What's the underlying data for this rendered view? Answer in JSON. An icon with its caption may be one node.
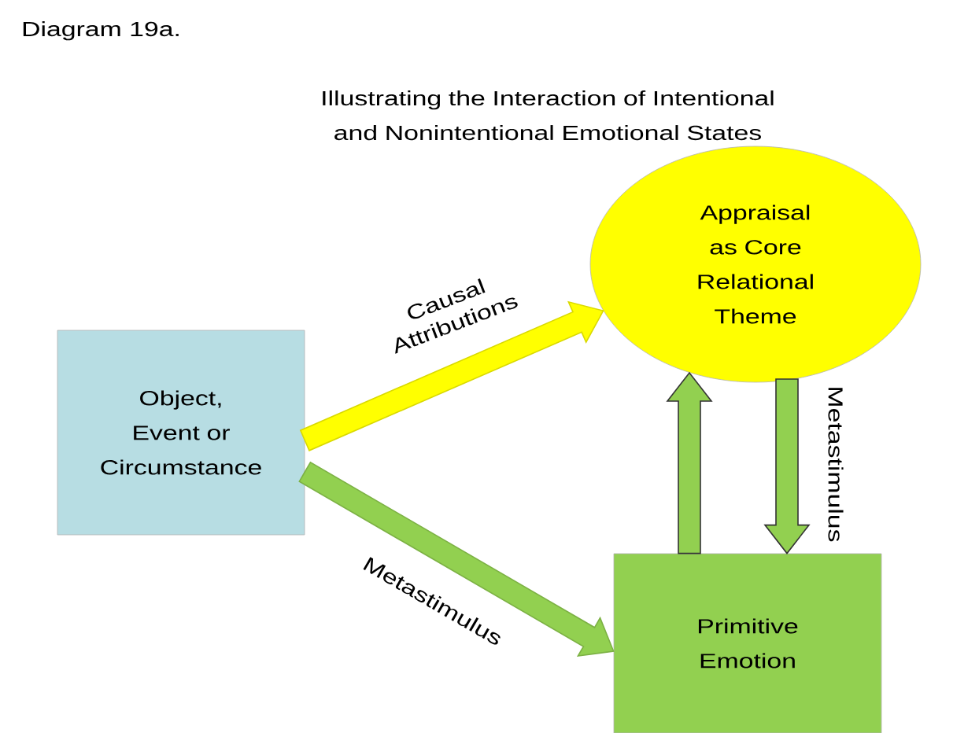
{
  "diagram": {
    "title": "Illustrating the Interaction of Intentional and Nonintentional Emotional States",
    "nodes": [
      {
        "text": [
          "Object, Event or Circumstance"
        ]
      },
      {
        "text": [
          "Appraisal as Core Relational Theme"
        ]
      },
      {
        "text": [
          "Primitive Emotion"
        ]
      }
    ],
    "edges": [
      {
        "from": 0,
        "to": 1,
        "arrow": "to",
        "label": "Causal Attributions",
        "color": "#ffff00"
      },
      {
        "from": 0,
        "to": 2,
        "arrow": "to",
        "label": "Metastimulus"
      },
      {
        "from": 2,
        "to": 1,
        "arrow": "to"
      },
      {
        "from": 1,
        "to": 2,
        "arrow": "to",
        "label": "Metastimulus"
      }
    ],
    "labels": [
      "Diagram 19a."
    ]
  }
}
